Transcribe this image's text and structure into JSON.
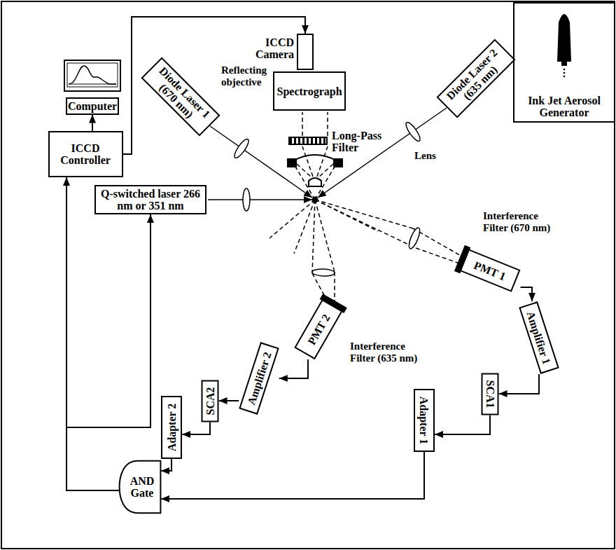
{
  "diagram": {
    "nodes": [
      {
        "text": [
          "Computer"
        ]
      },
      {
        "text": [
          "ICCD Controller"
        ]
      },
      {
        "text": [
          "ICCD Camera"
        ]
      },
      {
        "text": [
          "Spectrograph"
        ]
      },
      {
        "text": [
          "Long-Pass Filter"
        ]
      },
      {
        "text": [
          "Diode Laser 1 (670 nm)"
        ]
      },
      {
        "text": [
          "Diode Laser 2 (635 nm)"
        ]
      },
      {
        "text": [
          "Q-switched laser 266 nm or 351 nm"
        ]
      },
      {
        "text": [
          "PMT 1"
        ]
      },
      {
        "text": [
          "PMT 2"
        ]
      },
      {
        "text": [
          "Amplifier 1"
        ]
      },
      {
        "text": [
          "SCA1"
        ]
      },
      {
        "text": [
          "Adapter 1"
        ]
      },
      {
        "text": [
          "Amplifier 2"
        ]
      },
      {
        "text": [
          "SCA2"
        ]
      },
      {
        "text": [
          "Adapter 2"
        ]
      },
      {
        "text": [
          "AND Gate"
        ]
      },
      {
        "text": [
          "Ink Jet Aerosol Generator"
        ]
      }
    ],
    "edges": [
      {
        "from": 1,
        "to": 0,
        "arrow": "to"
      },
      {
        "from": 1,
        "to": 2,
        "arrow": "to"
      },
      {
        "from": 8,
        "to": 10,
        "arrow": "to"
      },
      {
        "from": 10,
        "to": 11,
        "arrow": "to"
      },
      {
        "from": 11,
        "to": 12,
        "arrow": "to"
      },
      {
        "from": 12,
        "to": 16,
        "arrow": "to"
      },
      {
        "from": 9,
        "to": 13,
        "arrow": "to"
      },
      {
        "from": 13,
        "to": 14,
        "arrow": "to"
      },
      {
        "from": 14,
        "to": 15,
        "arrow": "to"
      },
      {
        "from": 15,
        "to": 16,
        "arrow": "to"
      },
      {
        "from": 16,
        "to": 1,
        "arrow": "to"
      },
      {
        "from": 16,
        "to": 7,
        "arrow": "to"
      }
    ],
    "labels": [
      "Reflecting objective",
      "Lens",
      "Interference Filter (670 nm)",
      "Interference Filter (635 nm)"
    ]
  }
}
